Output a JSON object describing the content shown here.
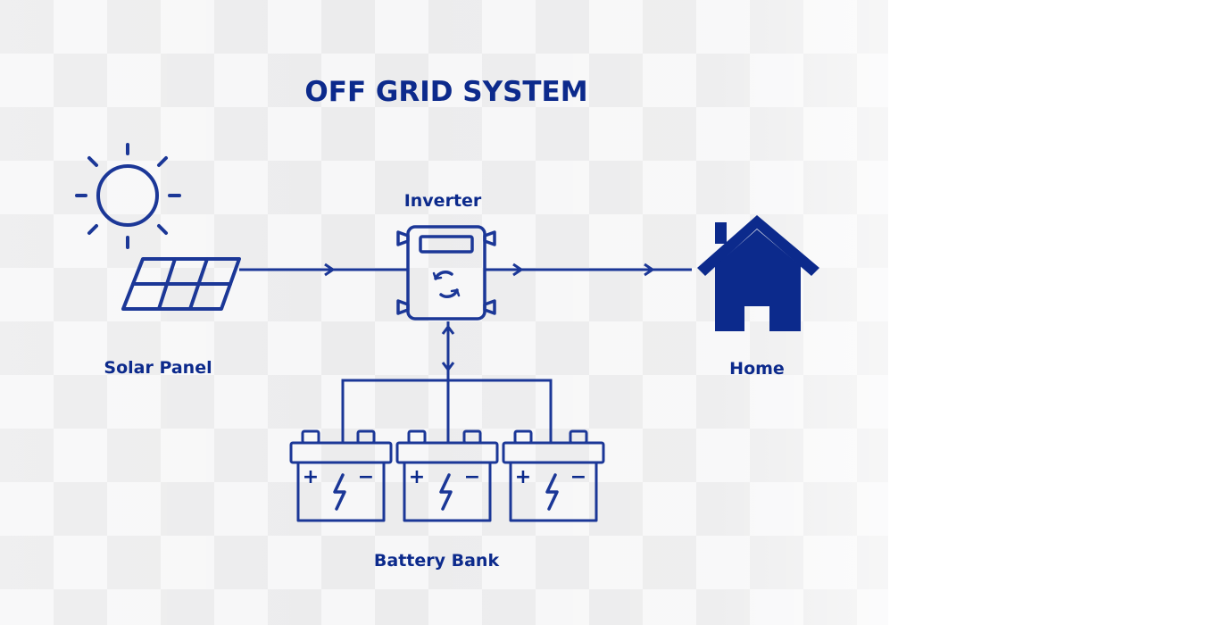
{
  "diagram": {
    "title": "OFF GRID SYSTEM",
    "nodes": {
      "solar_panel": "Solar Panel",
      "inverter": "Inverter",
      "home": "Home",
      "battery_bank": "Battery Bank"
    },
    "battery": {
      "positive_symbol": "+",
      "negative_symbol": "−"
    }
  },
  "colors": {
    "primary": "#0c2a8c",
    "stroke": "#1b3797",
    "background": "#ececed"
  }
}
